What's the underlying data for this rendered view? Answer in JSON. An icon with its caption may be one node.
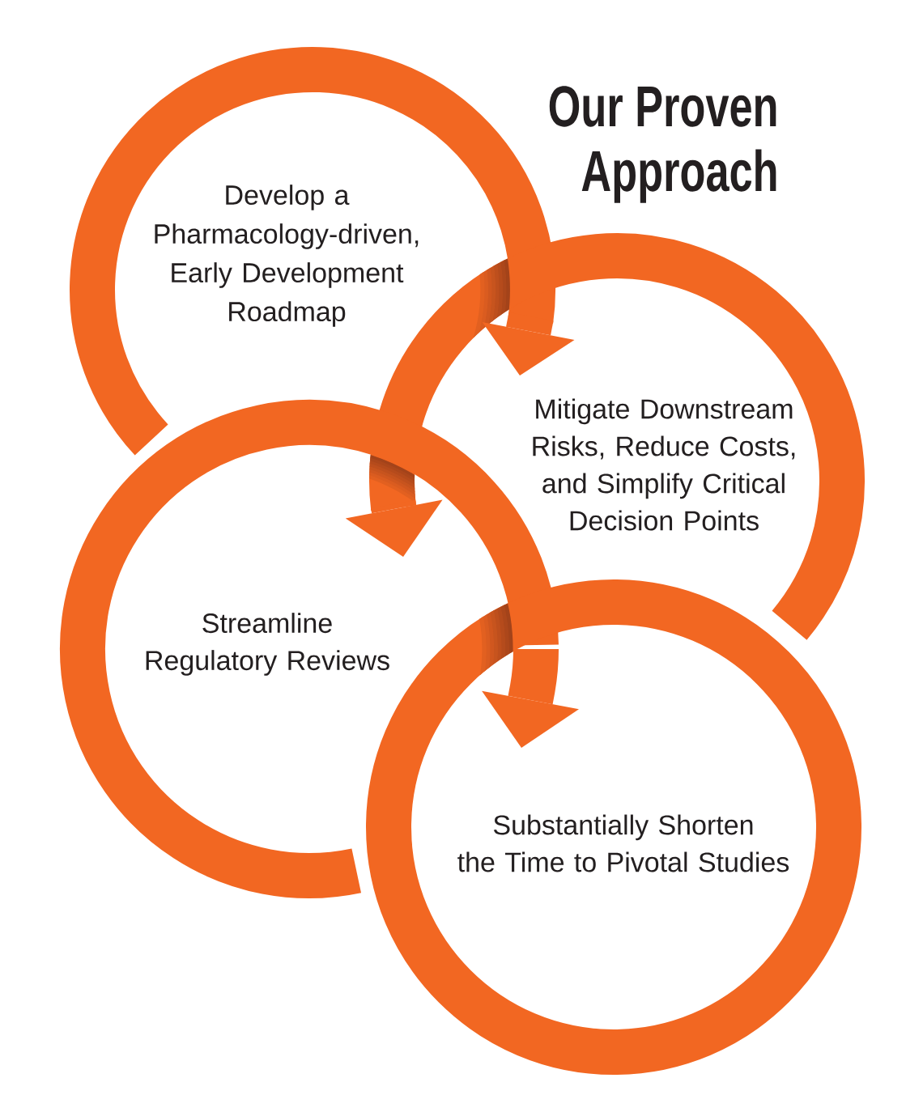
{
  "diagram": {
    "title": "Our Proven Approach",
    "nodes": [
      {
        "text": [
          "Develop a Pharmacology-driven, Early Development Roadmap"
        ]
      },
      {
        "text": [
          "Mitigate Downstream Risks, Reduce Costs, and Simplify Critical Decision Points"
        ]
      },
      {
        "text": [
          "Streamline Regulatory Reviews"
        ]
      },
      {
        "text": [
          "Substantially Shorten the Time to Pivotal Studies"
        ]
      }
    ],
    "edges": [
      {
        "from": 0,
        "to": 1,
        "arrow": "to"
      },
      {
        "from": 1,
        "to": 2,
        "arrow": "to"
      },
      {
        "from": 2,
        "to": 3,
        "arrow": "to"
      }
    ]
  }
}
